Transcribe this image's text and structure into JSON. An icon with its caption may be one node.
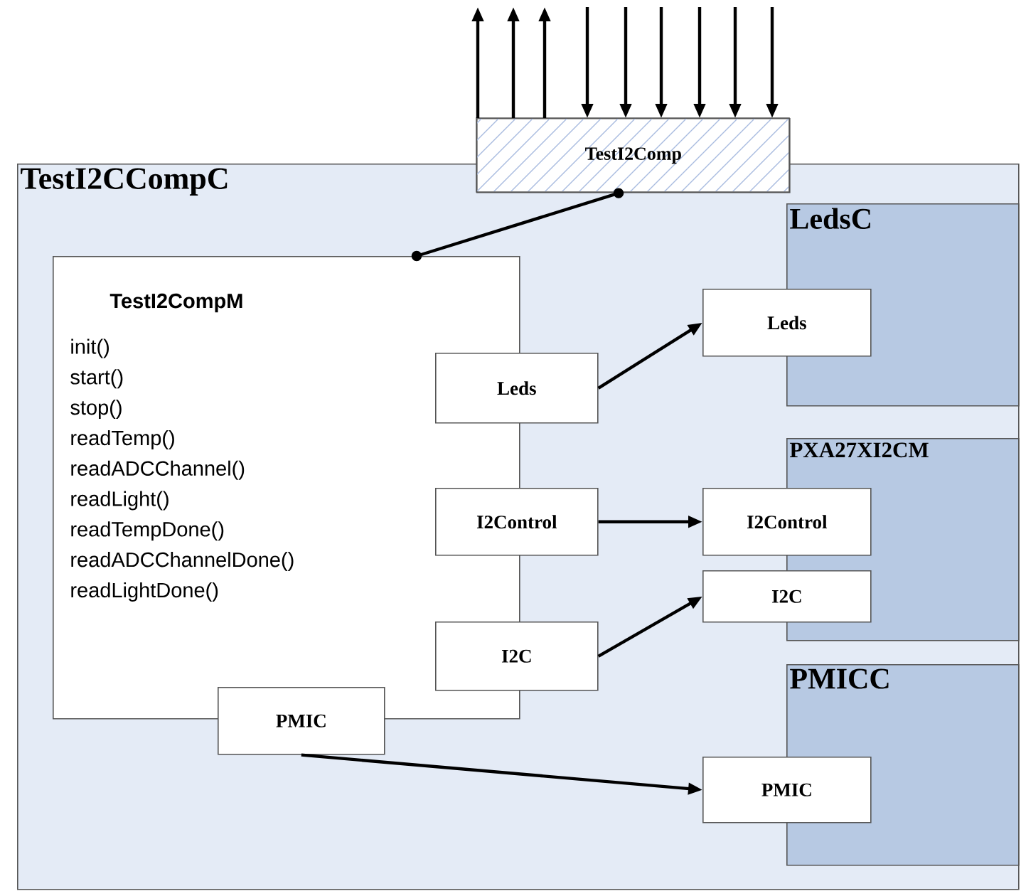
{
  "diagram": {
    "nodes": [
      {
        "text": [
          "TestI2CCompC"
        ]
      },
      {
        "text": [
          "TestI2Comp"
        ]
      },
      {
        "text": [
          "TestI2CompM",
          "init()",
          "start()",
          "stop()",
          "readTemp()",
          "readADCChannel()",
          "readLight()",
          "readTempDone()",
          "readADCChannelDone()",
          "readLightDone()"
        ],
        "in": 0
      },
      {
        "text": [
          "Leds"
        ],
        "in": 0
      },
      {
        "text": [
          "I2Control"
        ],
        "in": 0
      },
      {
        "text": [
          "I2C"
        ],
        "in": 0
      },
      {
        "text": [
          "PMIC"
        ],
        "in": 0
      },
      {
        "text": [
          "LedsC"
        ],
        "in": 0
      },
      {
        "text": [
          "Leds"
        ],
        "in": 0
      },
      {
        "text": [
          "PXA27XI2CM"
        ],
        "in": 0
      },
      {
        "text": [
          "I2Control"
        ],
        "in": 0
      },
      {
        "text": [
          "I2C"
        ],
        "in": 0
      },
      {
        "text": [
          "PMICC"
        ],
        "in": 0
      },
      {
        "text": [
          "PMIC"
        ],
        "in": 0
      }
    ],
    "edges": [
      {
        "from": 2,
        "to": 1,
        "arrow": "other"
      },
      {
        "from": 3,
        "to": 8,
        "arrow": "to"
      },
      {
        "from": 4,
        "to": 10,
        "arrow": "to"
      },
      {
        "from": 5,
        "to": 11,
        "arrow": "to"
      },
      {
        "from": 6,
        "to": 13,
        "arrow": "to"
      },
      {
        "from": 1,
        "to": null,
        "arrow": "to"
      },
      {
        "from": 1,
        "to": null,
        "arrow": "to"
      },
      {
        "from": 1,
        "to": null,
        "arrow": "to"
      },
      {
        "from": null,
        "to": 1,
        "arrow": "to"
      },
      {
        "from": null,
        "to": 1,
        "arrow": "to"
      },
      {
        "from": null,
        "to": 1,
        "arrow": "to"
      },
      {
        "from": null,
        "to": 1,
        "arrow": "to"
      },
      {
        "from": null,
        "to": 1,
        "arrow": "to"
      },
      {
        "from": null,
        "to": 1,
        "arrow": "to"
      }
    ]
  }
}
